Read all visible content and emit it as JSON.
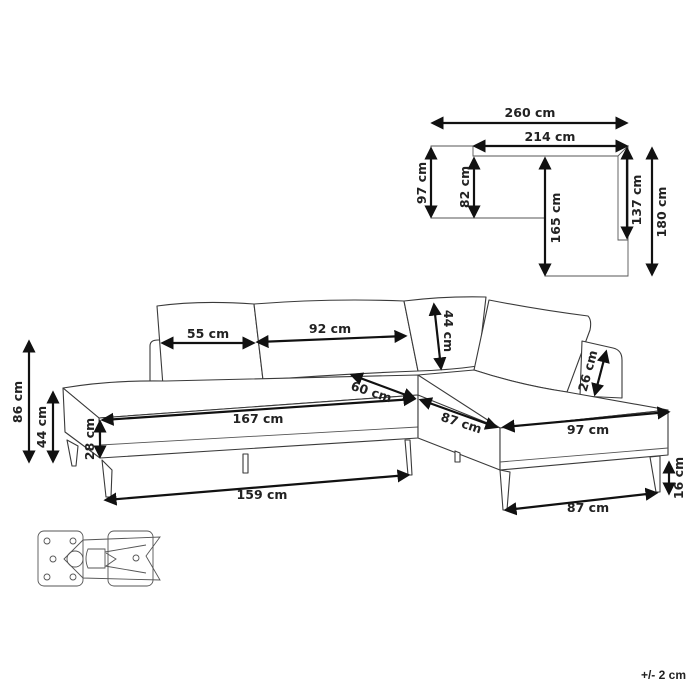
{
  "top_view": {
    "total_width": "260 cm",
    "back_width": "214 cm",
    "left_depth": "97 cm",
    "seat_depth_left": "82 cm",
    "chaise_inner_depth": "165 cm",
    "right_back_depth": "137 cm",
    "total_depth": "180 cm"
  },
  "front_view": {
    "total_height": "86 cm",
    "seat_height": "44 cm",
    "seat_thickness": "28 cm",
    "cushion_width_small": "55 cm",
    "cushion_width_large": "92 cm",
    "cushion_height": "44 cm",
    "seat_width_left": "167 cm",
    "base_width_left": "159 cm",
    "seat_depth": "60 cm",
    "chaise_seat_depth": "87 cm",
    "chaise_width": "97 cm",
    "chaise_base_width": "87 cm",
    "armrest_height": "26 cm",
    "leg_height": "16 cm"
  },
  "connector_detail": {
    "name": "sectional-connector-bracket"
  },
  "tolerance": "+/- 2 cm"
}
